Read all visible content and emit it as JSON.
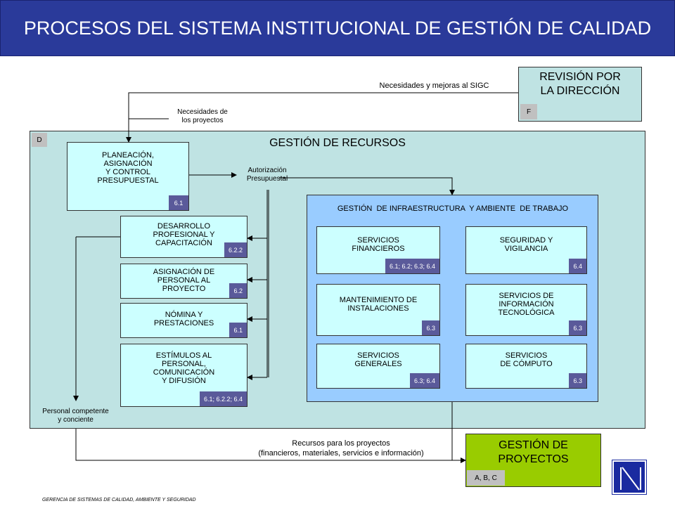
{
  "title": "PROCESOS DEL SISTEMA INSTITUCIONAL DE GESTIÓN DE CALIDAD",
  "revision": {
    "label": "REVISIÓN POR LA DIRECCIÓN",
    "tag": "F"
  },
  "flow_labels": {
    "needs_improvements": "Necesidades y mejoras al SIGC",
    "project_needs_1": "Necesidades de",
    "project_needs_2": "los proyectos",
    "budget_auth_1": "Autorización",
    "budget_auth_2": "Presupuestal",
    "staff_1": "Personal competente",
    "staff_2": "y conciente",
    "resources_1": "Recursos para los proyectos",
    "resources_2": "(financieros, materiales, servicios e información)"
  },
  "resources": {
    "tag": "D",
    "title": "GESTIÓN DE RECURSOS",
    "planning": {
      "l1": "PLANEACIÓN,",
      "l2": "ASIGNACIÓN",
      "l3": "Y CONTROL",
      "l4": "PRESUPUESTAL",
      "code": "6.1"
    },
    "left_boxes": [
      {
        "l1": "DESARROLLO",
        "l2": "PROFESIONAL Y",
        "l3": "CAPACITACIÓN",
        "l4": "",
        "code": "6.2.2"
      },
      {
        "l1": "ASIGNACIÓN DE",
        "l2": "PERSONAL AL",
        "l3": "PROYECTO",
        "l4": "",
        "code": "6.2"
      },
      {
        "l1": "NÓMINA Y",
        "l2": "PRESTACIONES",
        "l3": "",
        "l4": "",
        "code": "6.1"
      },
      {
        "l1": "ESTÍMULOS AL",
        "l2": "PERSONAL,",
        "l3": "COMUNICACIÓN",
        "l4": "Y DIFUSIÓN",
        "code": "6.1; 6.2.2; 6.4"
      }
    ],
    "infra": {
      "title": "GESTIÓN  DE INFRAESTRUCTURA  Y AMBIENTE  DE TRABAJO",
      "boxes": [
        {
          "l1": "SERVICIOS",
          "l2": "FINANCIEROS",
          "l3": "",
          "code": "6.1; 6.2; 6.3; 6.4"
        },
        {
          "l1": "SEGURIDAD Y",
          "l2": "VIGILANCIA",
          "l3": "",
          "code": "6.4"
        },
        {
          "l1": "MANTENIMIENTO DE",
          "l2": "INSTALACIONES",
          "l3": "",
          "code": "6.3"
        },
        {
          "l1": "SERVICIOS DE",
          "l2": "INFORMACIÓN",
          "l3": "TECNOLÓGICA",
          "code": "6.3"
        },
        {
          "l1": "SERVICIOS",
          "l2": "GENERALES",
          "l3": "",
          "code": "6.3; 6.4"
        },
        {
          "l1": "SERVICIOS",
          "l2": "DE CÓMPUTO",
          "l3": "",
          "code": "6.3"
        }
      ]
    }
  },
  "projects": {
    "l1": "GESTIÓN DE",
    "l2": "PROYECTOS",
    "tag": "A, B, C"
  },
  "footer": "GERENCIA DE SISTEMAS DE CALIDAD, AMBIENTE Y SEGURIDAD"
}
